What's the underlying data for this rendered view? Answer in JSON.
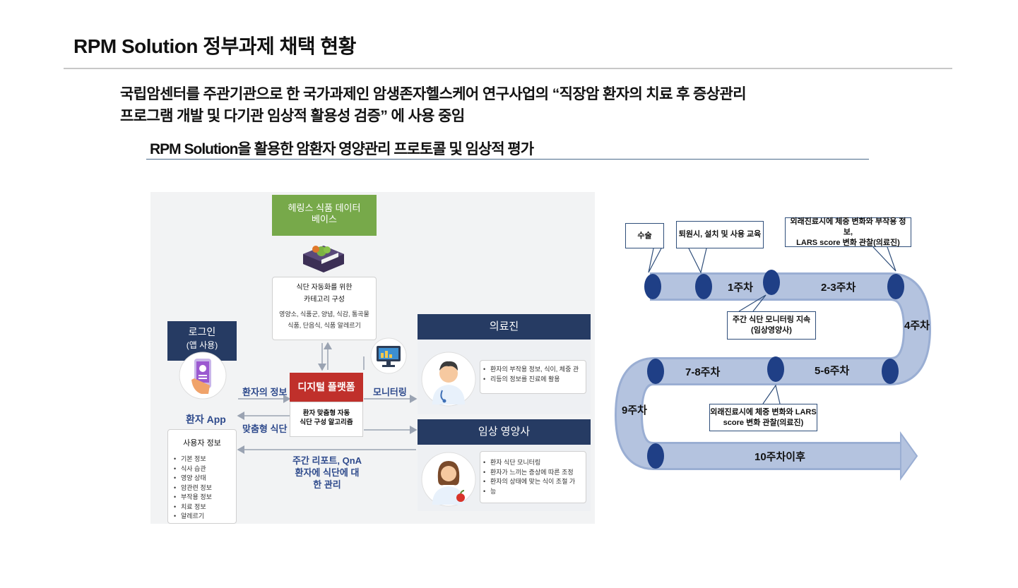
{
  "header": {
    "title": "RPM Solution 정부과제 채택 현황",
    "desc_line1": "국립암센터를 주관기관으로 한 국가과제인 암생존자헬스케어 연구사업의 “직장암 환자의 치료 후 증상관리",
    "desc_line2": "프로그램 개발 및 다기관 임상적 활용성 검증” 에 사용 중임",
    "subtitle": "RPM Solution을 활용한 암환자 영양관리 프로토콜 및 임상적 평가"
  },
  "diagram": {
    "food_db": {
      "head": "헤링스 식품 데이터\n베이스",
      "line1": "식단 자동화를 위한",
      "line2": "카테고리 구성",
      "line3": "영양소, 식품군, 양념, 식감, 통곡물",
      "line4": "식품, 단음식, 식품 알레르기"
    },
    "login": {
      "head1": "로그인",
      "head2": "(앱 사용)",
      "app_label": "환자 App"
    },
    "user_info": {
      "title": "사용자 정보",
      "items": [
        "기본 정보",
        "식사 습관",
        "영양 상태",
        "암관련 정보",
        "부작용 정보",
        "치료 정보",
        "알레르기"
      ]
    },
    "platform": {
      "head": "디지털 플랫폼",
      "body1": "환자 맞춤형 자동",
      "body2": "식단 구성 알고리즘"
    },
    "arrows": {
      "patient_info": "환자의 정보",
      "custom_diet": "맞춤형 식단",
      "monitoring": "모니터링",
      "weekly1": "주간 리포트, QnA",
      "weekly2": "환자에 식단에 대",
      "weekly3": "한 관리"
    },
    "medical": {
      "head": "의료진",
      "items": [
        "환자의 부작용 정보, 식이, 체중 관",
        "리등의 정보를 진료에 활용"
      ]
    },
    "dietitian": {
      "head": "임상 영양사",
      "items": [
        "환자 식단 모니터링",
        "환자가 느끼는 증상에 따른 조정",
        "환자의 상태에 맞는 식이 조절 가",
        "능"
      ]
    }
  },
  "timeline": {
    "callouts": {
      "surgery": "수술",
      "discharge": "퇴원시, 설치 및 사용 교육",
      "outpatient_top1": "외래진료시에 체중 변화와 부작용 정보,",
      "outpatient_top2": "LARS score 변화 관찰(의료진)",
      "weekly_monitor1": "주간 식단 모니터링 지속",
      "weekly_monitor2": "(임상영양사)",
      "outpatient_mid1": "외래진료시에 체중 변화와 LARS",
      "outpatient_mid2": "score 변화 관찰(의료진)"
    },
    "weeks": {
      "w1": "1주차",
      "w23": "2-3주차",
      "w4": "4주차",
      "w56": "5-6주차",
      "w78": "7-8주차",
      "w9": "9주차",
      "w10": "10주차이후"
    },
    "colors": {
      "track": "#b4c3df",
      "track_edge": "#9aaed3",
      "node": "#1f3f86",
      "callout_border": "#2f4e7a"
    }
  }
}
